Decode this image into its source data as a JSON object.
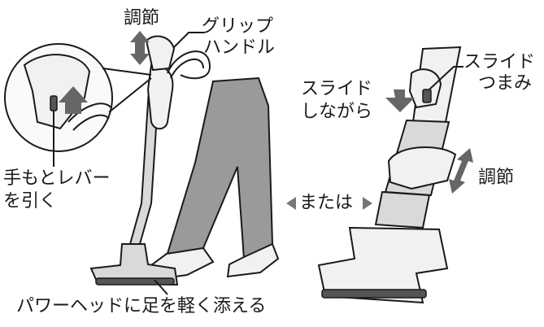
{
  "labels": {
    "adjust_left": "調節",
    "grip_handle": [
      "グリップ",
      "ハンドル"
    ],
    "hand_lever": [
      "手もとレバー",
      "を引く"
    ],
    "slide_knob": [
      "スライド",
      "つまみ"
    ],
    "while_sliding": [
      "スライド",
      "しながら"
    ],
    "adjust_right": "調節",
    "or": "または",
    "power_head_note": "パワーヘッドに足を軽く添える"
  }
}
